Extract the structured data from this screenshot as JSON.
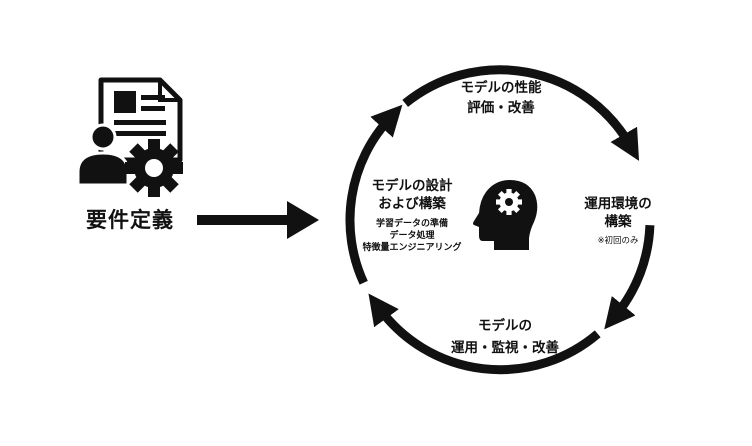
{
  "left": {
    "icon": "document-user-gear-icon",
    "title": "要件定義"
  },
  "cycle": {
    "center_icon": "head-gear-icon",
    "design": {
      "title_line1": "モデルの設計",
      "title_line2": "および構築",
      "details": [
        "学習データの準備",
        "データ処理",
        "特徴量エンジニアリング"
      ]
    },
    "evaluate": {
      "line1": "モデルの性能",
      "line2": "評価・改善"
    },
    "environment": {
      "line1": "運用環境の",
      "line2": "構築",
      "note": "※初回のみ"
    },
    "operate": {
      "line1": "モデルの",
      "line2": "運用・監視・改善"
    }
  },
  "colors": {
    "ink": "#111111",
    "background": "#ffffff"
  }
}
